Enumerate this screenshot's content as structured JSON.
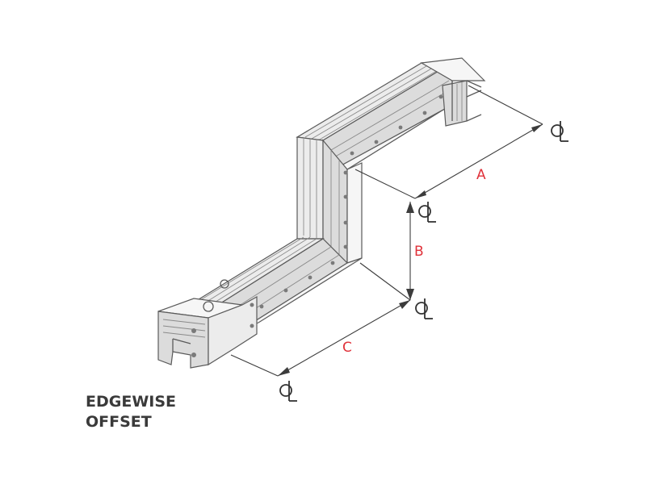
{
  "caption": {
    "line1": "EDGEWISE",
    "line2": "OFFSET"
  },
  "dimensions": {
    "a": "A",
    "b": "B",
    "c": "C"
  },
  "centerline_symbol": "CL",
  "colors": {
    "dimension_letter": "#e0323a",
    "line": "#5a5a5a",
    "caption": "#3a3a3a"
  }
}
